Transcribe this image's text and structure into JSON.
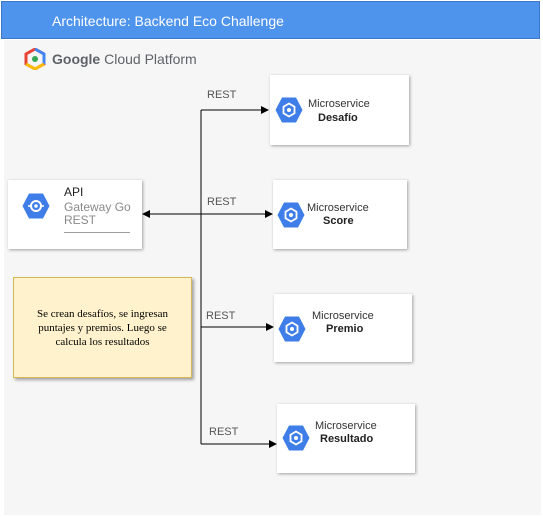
{
  "header": {
    "title": "Architecture: Backend Eco Challenge"
  },
  "platform": {
    "brand": "Google",
    "product": "Cloud Platform"
  },
  "api": {
    "title": "API",
    "subtitle": "Gateway Go",
    "protocol": "REST"
  },
  "note": {
    "text": "Se crean desafíos, se ingresan puntajes y premios. Luego se calcula los resultados"
  },
  "edges": [
    {
      "label": "REST"
    },
    {
      "label": "REST"
    },
    {
      "label": "REST"
    },
    {
      "label": "REST"
    }
  ],
  "services": [
    {
      "kind": "Microservice",
      "name": "Desafío"
    },
    {
      "kind": "Microservice",
      "name": "Score"
    },
    {
      "kind": "Microservice",
      "name": "Premio"
    },
    {
      "kind": "Microservice",
      "name": "Resultado"
    }
  ],
  "colors": {
    "title_bar": "#4f94ec",
    "hex_icon": "#3f7ee8",
    "note_fill": "#fff2cc",
    "note_border": "#d6b656"
  }
}
